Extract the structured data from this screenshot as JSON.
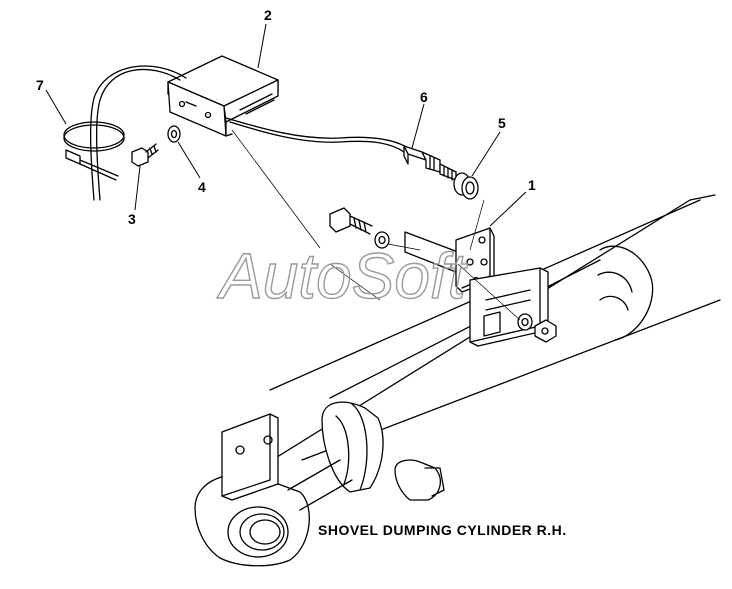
{
  "caption": "SHOVEL DUMPING CYLINDER R.H.",
  "watermark": "AutoSoft",
  "callouts": {
    "c1": "1",
    "c2": "2",
    "c3": "3",
    "c4": "4",
    "c5": "5",
    "c6": "6",
    "c7": "7"
  },
  "colors": {
    "line": "#000000",
    "watermark": "#9a9a9a",
    "background": "#ffffff"
  }
}
